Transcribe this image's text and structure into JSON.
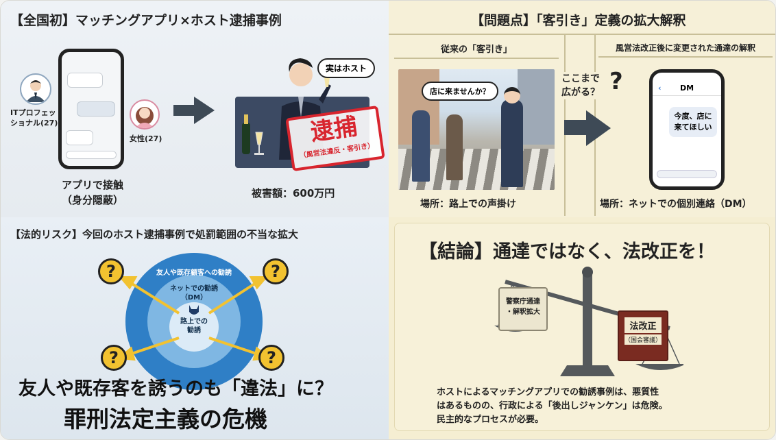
{
  "panel_tl": {
    "title": "【全国初】マッチングアプリ×ホスト逮捕事例",
    "person_label_line1": "ITプロフェッ",
    "person_label_line2": "ショナル(27)",
    "woman_label": "女性(27)",
    "caption_line1": "アプリで接触",
    "caption_line2": "（身分隠蔽）",
    "speech": "実はホスト",
    "stamp_main": "逮捕",
    "stamp_sub": "（風営法違反・客引き）",
    "damage": "被害額：600万円"
  },
  "panel_tr": {
    "title": "【問題点】「客引き」定義の拡大解釈",
    "left_heading": "従来の「客引き」",
    "right_heading": "風営法改正後に変更された通達の解釈",
    "street_speech": "店に来ませんか？",
    "middle_q_line1": "ここまで",
    "middle_q_line2": "広がる？",
    "dm_header": "DM",
    "dm_message": "今度、店に来てほしい",
    "left_caption": "場所：路上での声掛け",
    "right_caption": "場所：ネットでの個別連絡（DM）"
  },
  "panel_bl": {
    "title": "【法的リスク】今回のホスト逮捕事例で処罰範囲の不当な拡大",
    "ring_outer": "友人や既存顧客への勧誘",
    "ring_middle_line1": "ネットでの勧誘",
    "ring_middle_line2": "（DM）",
    "ring_inner_line1": "路上での",
    "ring_inner_line2": "勧誘",
    "headline1": "友人や既存客を誘うのも「違法」に？",
    "headline2": "罪刑法定主義の危機",
    "question": "?"
  },
  "panel_br": {
    "title": "【結論】通達ではなく、法改正を！",
    "scroll_line1": "警察庁通達",
    "scroll_line2": "・解釈拡大",
    "book_title": "法改正",
    "book_sub": "（国会審議）",
    "body_line1": "ホストによるマッチングアプリでの勧誘事例は、悪質性",
    "body_line2": "はあるものの、行政による「後出しジャンケン」は危険。",
    "body_line3": "民主的なプロセスが必要。"
  },
  "icons": [
    "phone-icon",
    "person-icon",
    "woman-icon",
    "arrow-right-icon",
    "champagne-icon",
    "question-icon",
    "scales-icon",
    "devil-icon"
  ],
  "colors": {
    "stamp_red": "#d8252e",
    "ring_blue": "#2f7fc6",
    "arrow_yellow": "#f2c230",
    "panel_cream": "#f6f0d8"
  }
}
